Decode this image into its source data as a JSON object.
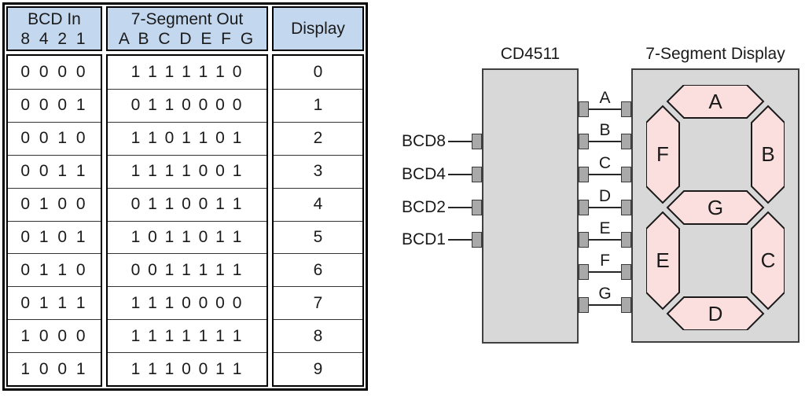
{
  "table": {
    "headers": [
      {
        "line1": "BCD In",
        "line2": "8 4 2 1"
      },
      {
        "line1": "7-Segment Out",
        "line2": "A B C D E F G"
      },
      {
        "line1": "Display"
      }
    ],
    "rows": [
      {
        "bcd": "0 0 0 0",
        "segments": "1 1 1 1 1 1 0",
        "display": "0"
      },
      {
        "bcd": "0 0 0 1",
        "segments": "0 1 1 0 0 0 0",
        "display": "1"
      },
      {
        "bcd": "0 0 1 0",
        "segments": "1 1 0 1 1 0 1",
        "display": "2"
      },
      {
        "bcd": "0 0 1 1",
        "segments": "1 1 1 1 0 0 1",
        "display": "3"
      },
      {
        "bcd": "0 1 0 0",
        "segments": "0 1 1 0 0 1 1",
        "display": "4"
      },
      {
        "bcd": "0 1 0 1",
        "segments": "1 0 1 1 0 1 1",
        "display": "5"
      },
      {
        "bcd": "0 1 1 0",
        "segments": "0 0 1 1 1 1 1",
        "display": "6"
      },
      {
        "bcd": "0 1 1 1",
        "segments": "1 1 1 0 0 0 0",
        "display": "7"
      },
      {
        "bcd": "1 0 0 0",
        "segments": "1 1 1 1 1 1 1",
        "display": "8"
      },
      {
        "bcd": "1 0 0 1",
        "segments": "1 1 1 0 0 1 1",
        "display": "9"
      }
    ]
  },
  "diagram": {
    "chip_label": "CD4511",
    "display_label": "7-Segment Display",
    "inputs": [
      "BCD8",
      "BCD4",
      "BCD2",
      "BCD1"
    ],
    "outputs": [
      "A",
      "B",
      "C",
      "D",
      "E",
      "F",
      "G"
    ],
    "seg_labels": {
      "a": "A",
      "b": "B",
      "c": "C",
      "d": "D",
      "e": "E",
      "f": "F",
      "g": "G"
    }
  },
  "colors": {
    "header_bg": "#C3D7EE",
    "box_fill": "#D8D8D8",
    "pin_fill": "#A9A9A9",
    "segment_fill": "#FBDEDE",
    "border": "#000000"
  }
}
